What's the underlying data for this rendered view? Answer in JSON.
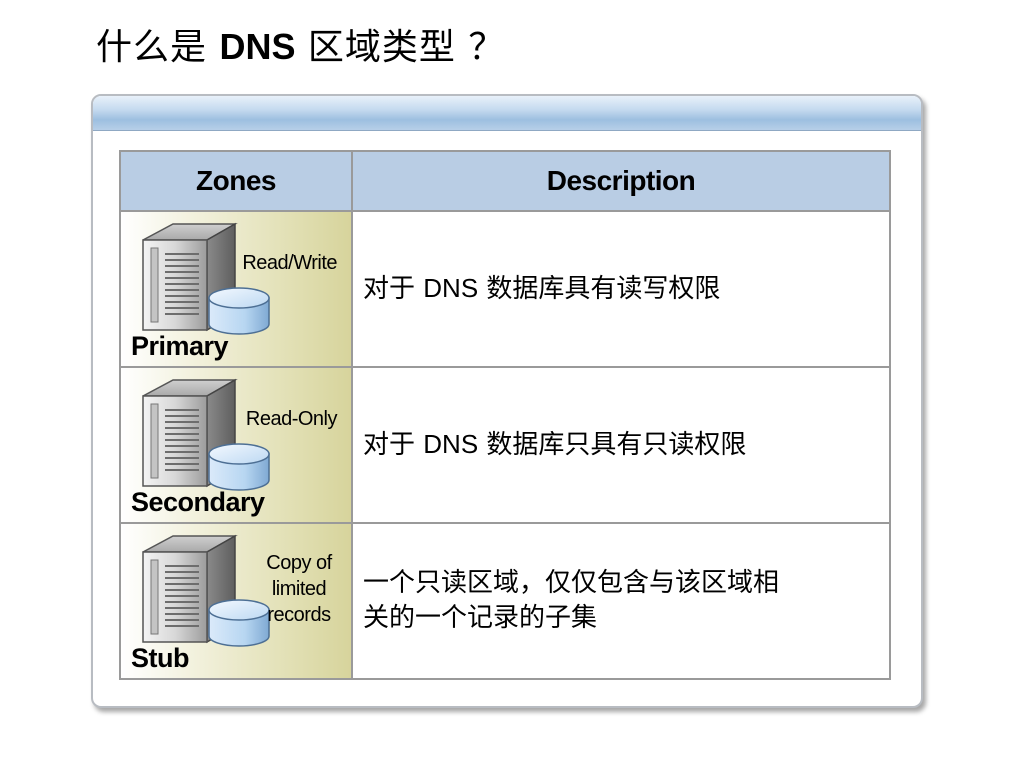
{
  "title": {
    "prefix": "什么是 ",
    "latin": "DNS",
    "suffix": " 区域类型 ？"
  },
  "table": {
    "headers": {
      "zones": "Zones",
      "description": "Description"
    },
    "rows": [
      {
        "zone": "Primary",
        "access": "Read/Write",
        "desc_prefix": "对于 ",
        "desc_latin": "DNS",
        "desc_suffix": " 数据库具有读写权限",
        "icon": "database-server-icon"
      },
      {
        "zone": "Secondary",
        "access": "Read-Only",
        "desc_prefix": "对于 ",
        "desc_latin": "DNS",
        "desc_suffix": " 数据库只具有只读权限",
        "icon": "database-server-icon"
      },
      {
        "zone": "Stub",
        "access_lines": [
          "Copy of",
          "limited",
          "records"
        ],
        "desc_lines": [
          "一个只读区域，仅仅包含与该区域相",
          "关的一个记录的子集"
        ],
        "icon": "database-server-icon"
      }
    ]
  },
  "colors": {
    "header_bg": "#b9cde4",
    "zone_cell_accent": "#d7d49c",
    "card_bar": "#9dbfe0",
    "database_fill": "#b7d6f1"
  }
}
